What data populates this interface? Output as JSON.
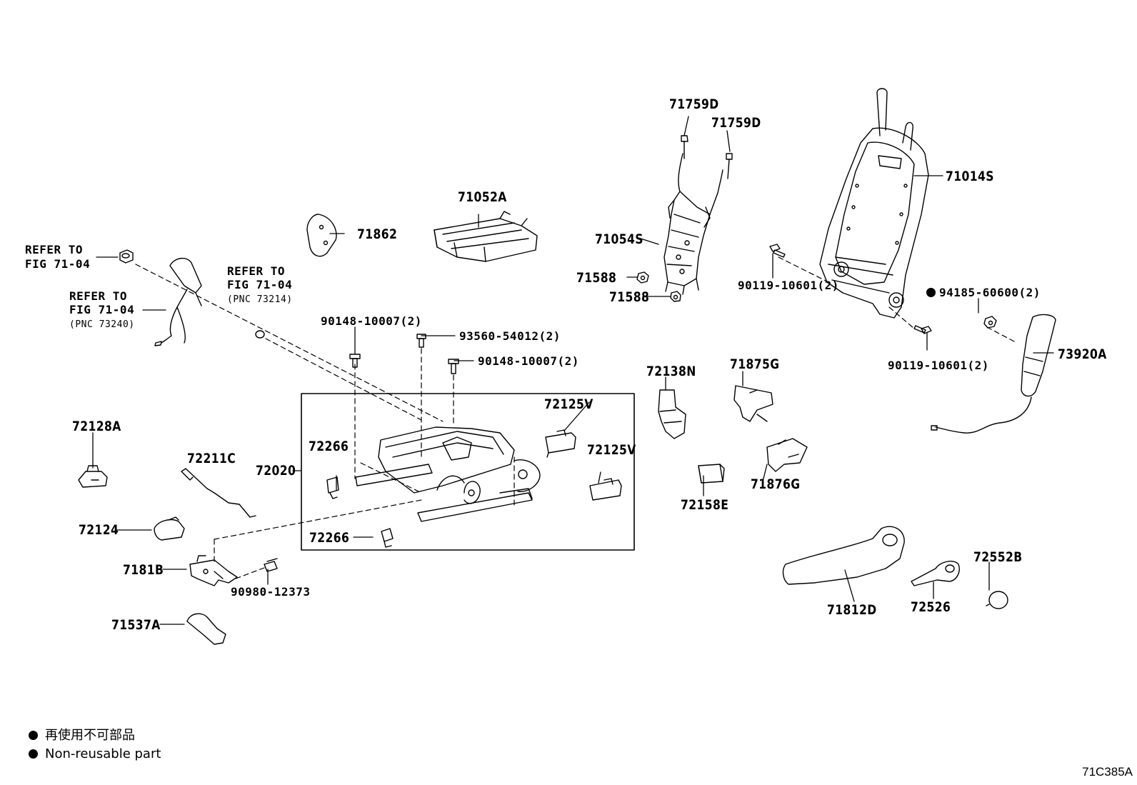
{
  "labels": {
    "p71759D_a": "71759D",
    "p71759D_b": "71759D",
    "p71014S": "71014S",
    "p71052A": "71052A",
    "p71862": "71862",
    "p71054S": "71054S",
    "p71588_a": "71588",
    "p71588_b": "71588",
    "p90119_a": "90119-10601(2)",
    "p90119_b": "90119-10601(2)",
    "p94185": "94185-60600(2)",
    "p73920A": "73920A",
    "ref1_line1": "REFER TO",
    "ref1_line2": "FIG 71-04",
    "ref2_line1": "REFER TO",
    "ref2_line2": "FIG 71-04",
    "ref2_line3": "(PNC 73240)",
    "ref3_line1": "REFER TO",
    "ref3_line2": "FIG 71-04",
    "ref3_line3": "(PNC 73214)",
    "p90148_a": "90148-10007(2)",
    "p93560": "93560-54012(2)",
    "p90148_b": "90148-10007(2)",
    "p72138N": "72138N",
    "p71875G": "71875G",
    "p72128A": "72128A",
    "p72211C": "72211C",
    "p72266_a": "72266",
    "p72020": "72020",
    "p72125V_a": "72125V",
    "p72125V_b": "72125V",
    "p72158E": "72158E",
    "p71876G": "71876G",
    "p72124": "72124",
    "p72266_b": "72266",
    "p7181B": "7181B",
    "p90980": "90980-12373",
    "p71537A": "71537A",
    "p71812D": "71812D",
    "p72526": "72526",
    "p72552B": "72552B"
  },
  "legend": {
    "jp": "再使用不可部品",
    "en": "Non-reusable part"
  },
  "figure_id": "71C385A",
  "colors": {
    "ink": "#000000",
    "background": "#ffffff"
  }
}
